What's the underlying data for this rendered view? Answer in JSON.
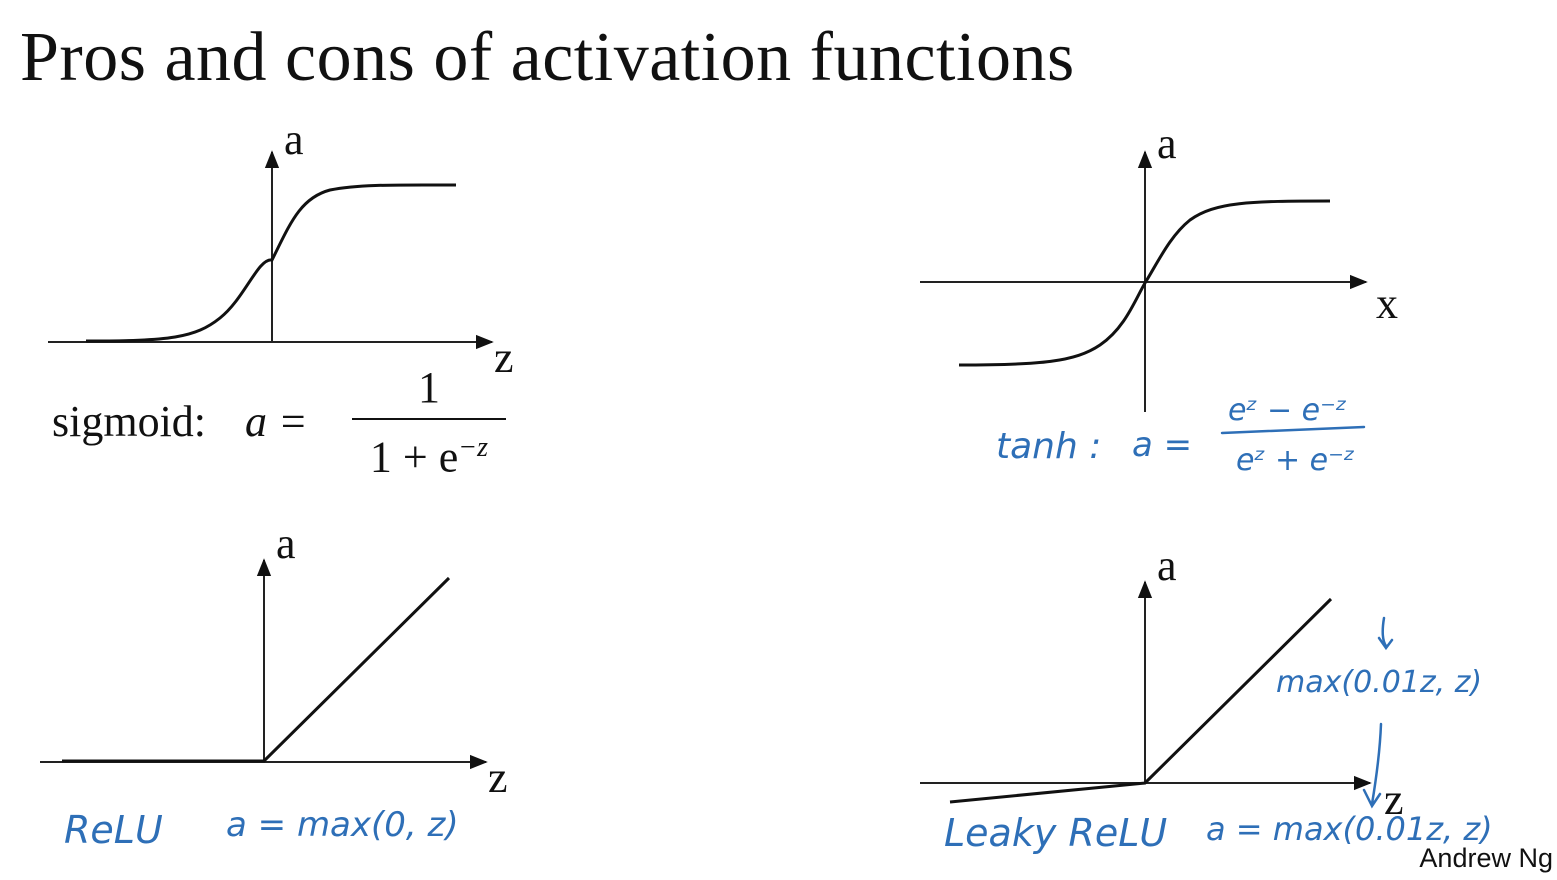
{
  "slide": {
    "title": "Pros and cons of activation functions",
    "credit": "Andrew Ng",
    "ink_color": "#2e6fb7"
  },
  "plots": {
    "sigmoid": {
      "y_label": "a",
      "x_label": "z",
      "formula_prefix": "sigmoid:",
      "formula_lhs": "a =",
      "numerator": "1",
      "denominator": "1 + e",
      "denominator_exp": "−z"
    },
    "tanh": {
      "y_label": "a",
      "x_label": "x",
      "annotation_name": "tanh :",
      "annotation_lhs": "a =",
      "annotation_numerator": "eᶻ − e⁻ᶻ",
      "annotation_denominator": "eᶻ + e⁻ᶻ"
    },
    "relu": {
      "y_label": "a",
      "x_label": "z",
      "annotation_name": "ReLU",
      "annotation_formula": "a = max(0, z)"
    },
    "leaky_relu": {
      "y_label": "a",
      "x_label": "z",
      "annotation_name": "Leaky ReLU",
      "annotation_formula": "a = max(0.01z, z)",
      "side_note": "max(0.01z, z)"
    }
  }
}
